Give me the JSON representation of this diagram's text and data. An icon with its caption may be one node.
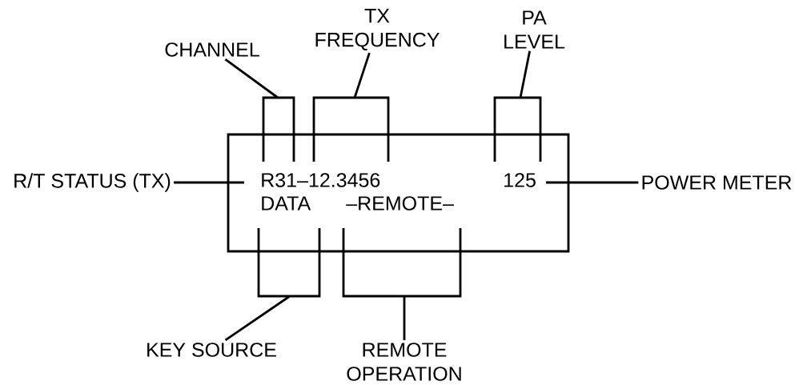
{
  "diagram": {
    "nodes": [
      {
        "text": [
          "R31–12.3456",
          "125",
          "DATA",
          "–REMOTE–"
        ]
      },
      {
        "text": [
          "CHANNEL"
        ]
      },
      {
        "text": [
          "TX FREQUENCY"
        ]
      },
      {
        "text": [
          "PA LEVEL"
        ]
      },
      {
        "text": [
          "R/T STATUS (TX)"
        ]
      },
      {
        "text": [
          "POWER METER"
        ]
      },
      {
        "text": [
          "KEY SOURCE"
        ]
      },
      {
        "text": [
          "REMOTE OPERATION"
        ]
      }
    ],
    "edges": [
      {
        "from": 1,
        "to": 0,
        "arrow": "none"
      },
      {
        "from": 2,
        "to": 0,
        "arrow": "none"
      },
      {
        "from": 3,
        "to": 0,
        "arrow": "none"
      },
      {
        "from": 4,
        "to": 0,
        "arrow": "none"
      },
      {
        "from": 5,
        "to": 0,
        "arrow": "none"
      },
      {
        "from": 6,
        "to": 0,
        "arrow": "none"
      },
      {
        "from": 7,
        "to": 0,
        "arrow": "none"
      }
    ]
  }
}
